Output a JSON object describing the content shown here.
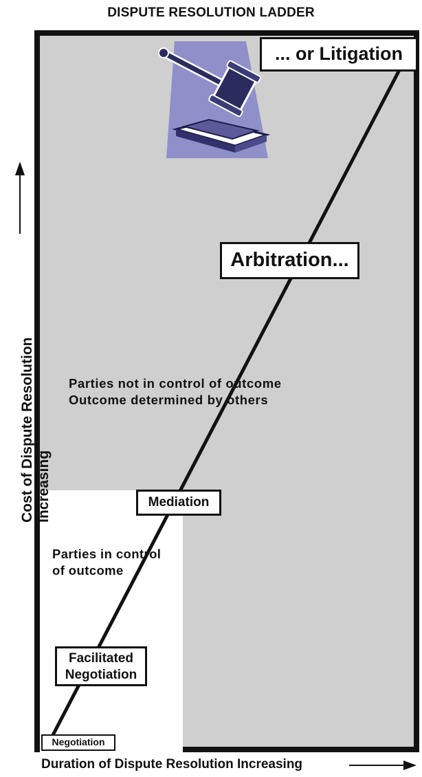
{
  "title": "DISPUTE RESOLUTION LADDER",
  "y_axis_label": "Cost of Dispute Resolution Increasing",
  "x_axis_label": "Duration of Dispute Resolution Increasing",
  "steps": {
    "negotiation": "Negotiation",
    "facilitated_line1": "Facilitated",
    "facilitated_line2": "Negotiation",
    "mediation": "Mediation",
    "arbitration": "Arbitration...",
    "litigation": "... or Litigation"
  },
  "notes": {
    "in_control_line1": "Parties in control",
    "in_control_line2": "of outcome",
    "not_in_control_line1": "Parties not in control of outcome",
    "not_in_control_line2": "Outcome determined by others"
  },
  "icons": {
    "gavel": "gavel-icon",
    "up_arrow": "arrow-up-icon",
    "right_arrow": "arrow-right-icon"
  },
  "colors": {
    "grey_zone": "#cfcfcf",
    "gavel_spotlight": "#8f8fca"
  }
}
